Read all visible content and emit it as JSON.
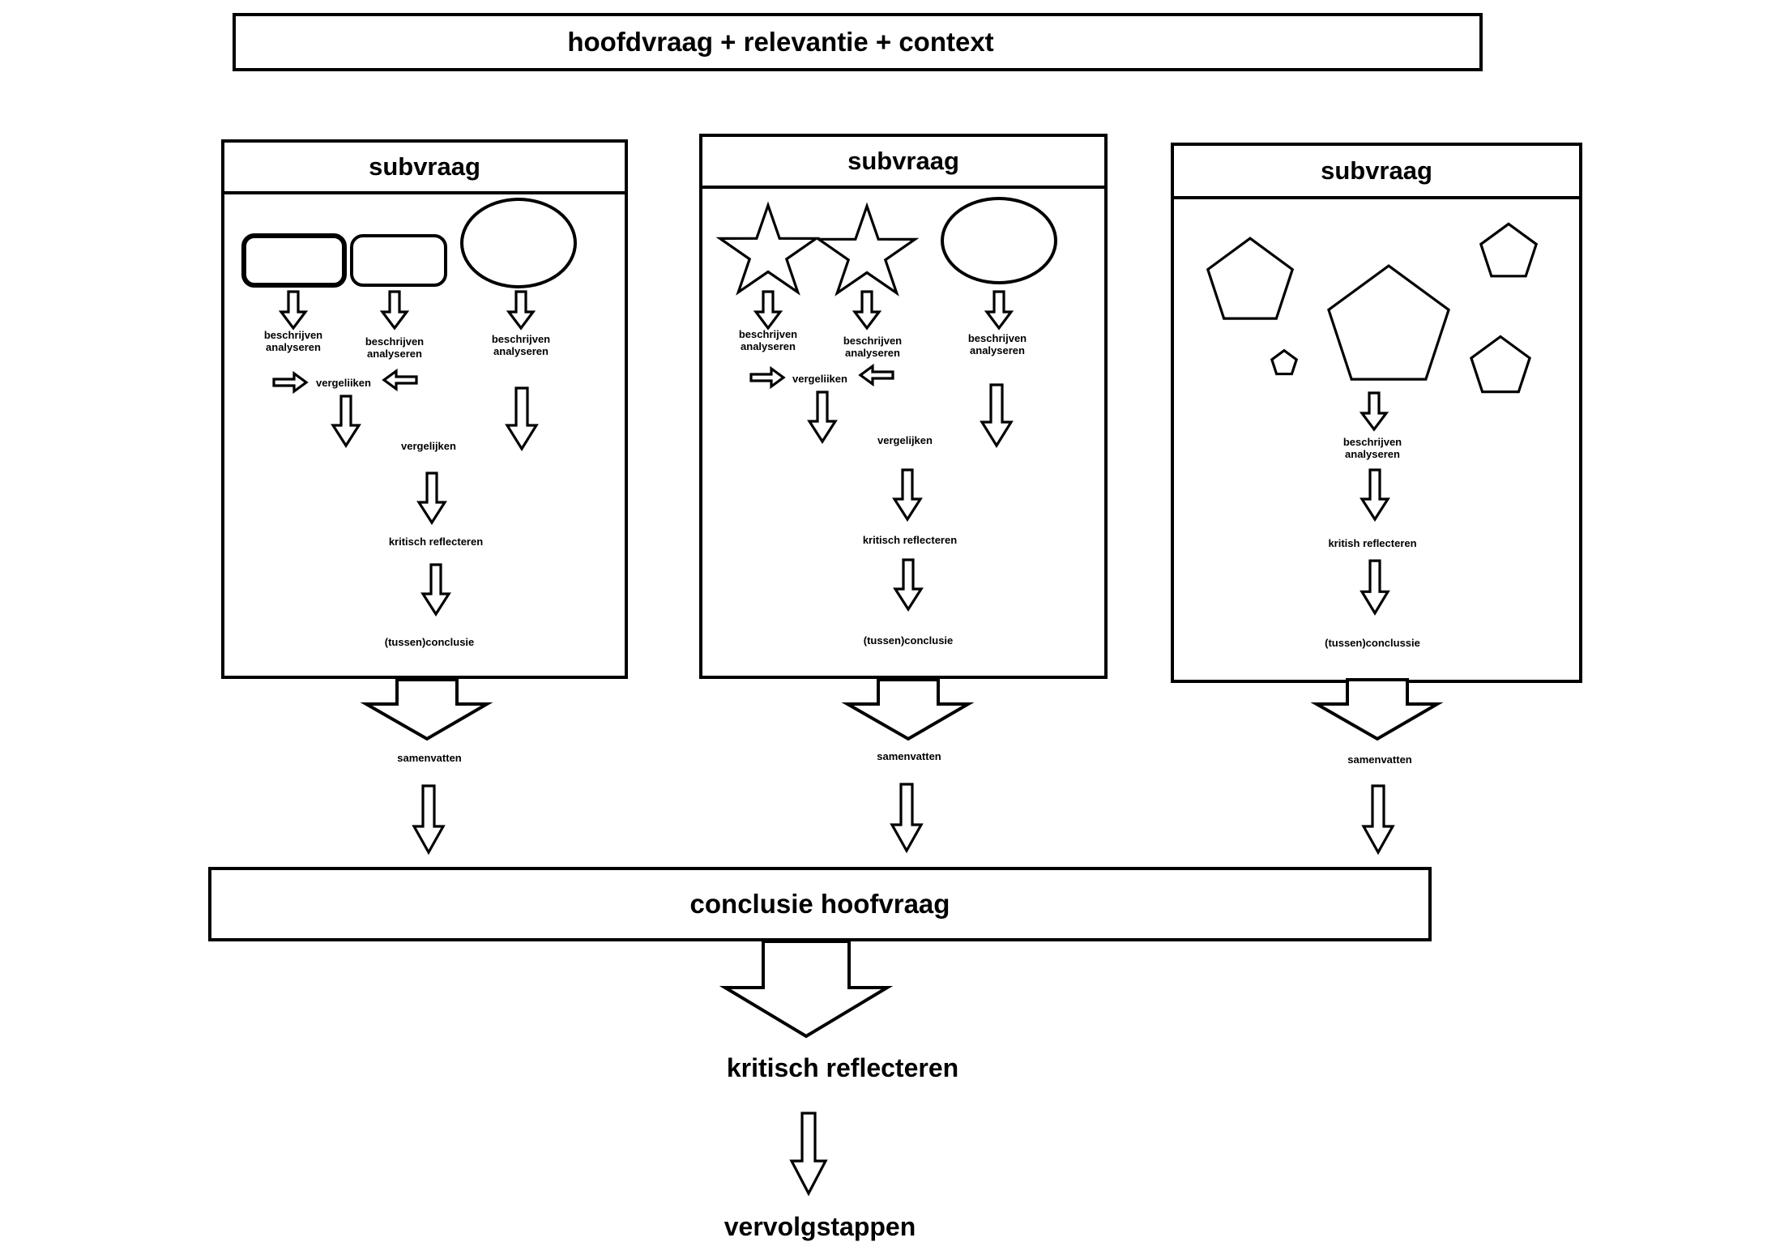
{
  "colors": {
    "ink": "#000000",
    "background": "#ffffff"
  },
  "banner": {
    "title": "hoofdvraag + relevantie + context"
  },
  "columns": [
    {
      "header": "subvraag",
      "shapes": [
        "rounded-rectangle",
        "rounded-rectangle",
        "ellipse"
      ],
      "describe_labels": [
        {
          "line1": "beschrijven",
          "line2": "analyseren"
        },
        {
          "line1": "beschrijven",
          "line2": "analyseren"
        },
        {
          "line1": "beschrijven",
          "line2": "analyseren"
        }
      ],
      "compare_inline_label": "vergeliiken",
      "compare_label": "vergelijken",
      "reflect_label": "kritisch reflecteren",
      "conclusion_label": "(tussen)conclusie",
      "summarize_label": "samenvatten"
    },
    {
      "header": "subvraag",
      "shapes": [
        "star",
        "star",
        "ellipse"
      ],
      "describe_labels": [
        {
          "line1": "beschrijven",
          "line2": "analyseren"
        },
        {
          "line1": "beschrijven",
          "line2": "analyseren"
        },
        {
          "line1": "beschrijven",
          "line2": "analyseren"
        }
      ],
      "compare_inline_label": "vergeliiken",
      "compare_label": "vergelijken",
      "reflect_label": "kritisch reflecteren",
      "conclusion_label": "(tussen)conclusie",
      "summarize_label": "samenvatten"
    },
    {
      "header": "subvraag",
      "shapes": [
        "pentagon",
        "pentagon",
        "pentagon",
        "pentagon",
        "pentagon"
      ],
      "describe_labels": [
        {
          "line1": "beschrijven",
          "line2": "analyseren"
        }
      ],
      "reflect_label": "kritish reflecteren",
      "conclusion_label": "(tussen)conclussie",
      "summarize_label": "samenvatten"
    }
  ],
  "footer": {
    "conclusion_title": "conclusie hoofvraag",
    "reflect_label": "kritisch reflecteren",
    "next_steps_label": "vervolgstappen"
  }
}
